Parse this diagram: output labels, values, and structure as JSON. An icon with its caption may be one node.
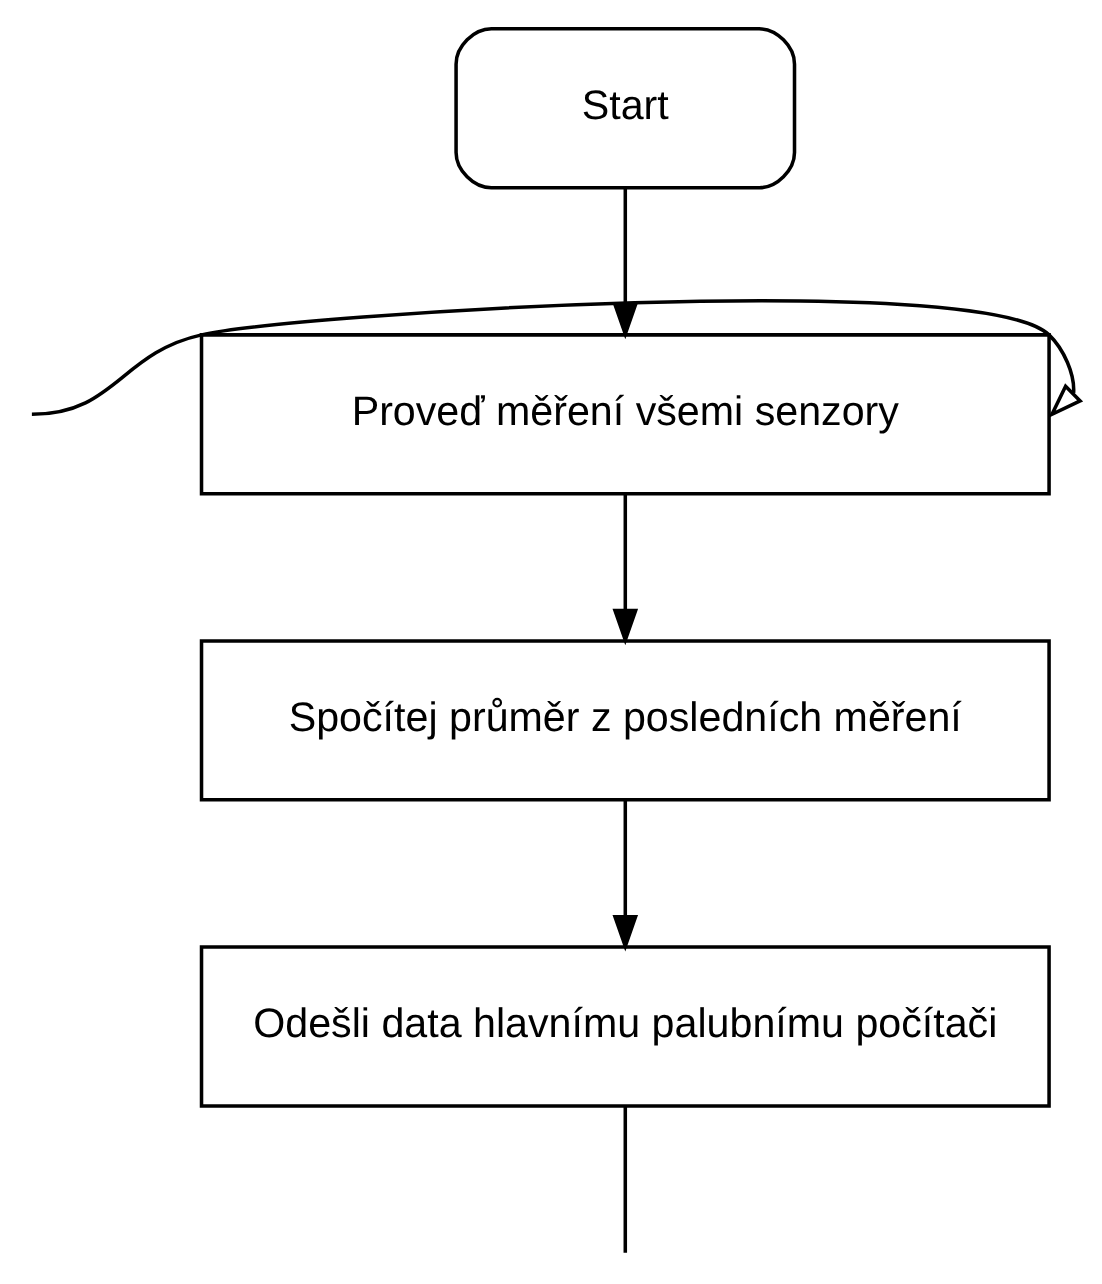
{
  "diagram": {
    "nodes": [
      {
        "text": [
          "Start"
        ]
      },
      {
        "text": [
          "Proveď měření všemi senzory"
        ]
      },
      {
        "text": [
          "Spočítej průměr z posledních měření"
        ]
      },
      {
        "text": [
          "Odešli data hlavnímu palubnímu počítači"
        ]
      }
    ],
    "edges": [
      {
        "from": 0,
        "to": 1,
        "arrow": "to"
      },
      {
        "from": null,
        "to": 1,
        "arrow": "to"
      },
      {
        "from": 1,
        "to": 2,
        "arrow": "to"
      },
      {
        "from": 2,
        "to": 3,
        "arrow": "to"
      },
      {
        "from": 3,
        "to": null,
        "arrow": "none"
      }
    ]
  }
}
